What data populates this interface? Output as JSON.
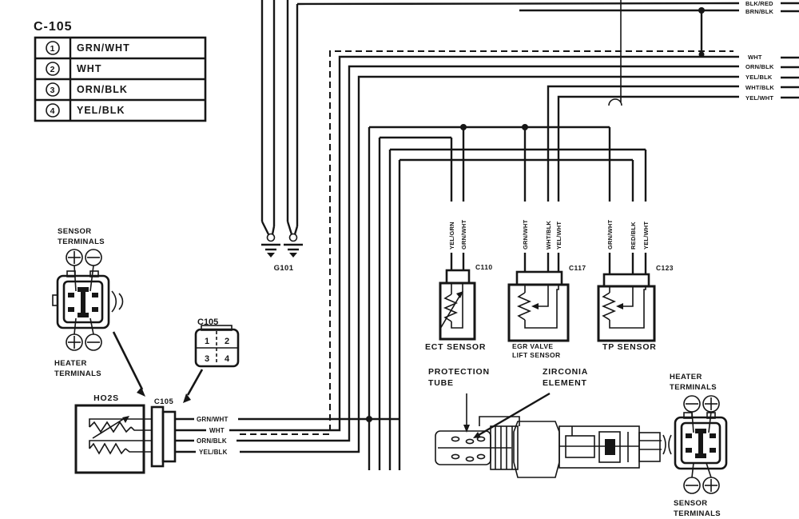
{
  "table": {
    "title": "C-105",
    "rows": [
      {
        "pin": "1",
        "color": "GRN/WHT"
      },
      {
        "pin": "2",
        "color": "WHT"
      },
      {
        "pin": "3",
        "color": "ORN/BLK"
      },
      {
        "pin": "4",
        "color": "YEL/BLK"
      }
    ]
  },
  "right_labels": {
    "l1": "BLK/RED",
    "l2": "BRN/BLK",
    "l3": "WHT",
    "l4": "ORN/BLK",
    "l5": "YEL/BLK",
    "l6": "WHT/BLK",
    "l7": "YEL/WHT"
  },
  "ground": {
    "label": "G101"
  },
  "left_connector": {
    "top_label_1": "SENSOR",
    "top_label_2": "TERMINALS",
    "bottom_label_1": "HEATER",
    "bottom_label_2": "TERMINALS"
  },
  "c105_face": {
    "label": "C105",
    "pins": [
      "1",
      "2",
      "3",
      "4"
    ]
  },
  "ho2s": {
    "label": "HO2S",
    "connector": "C105",
    "wire1": "GRN/WHT",
    "wire2": "WHT",
    "wire3": "ORN/BLK",
    "wire4": "YEL/BLK"
  },
  "ect": {
    "connector": "C110",
    "name": "ECT SENSOR",
    "wire1": "YEL/GRN",
    "wire2": "GRN/WHT"
  },
  "egr": {
    "connector": "C117",
    "name_1": "EGR VALVE",
    "name_2": "LIFT SENSOR",
    "wire1": "GRN/WHT",
    "wire2": "WHT/BLK",
    "wire3": "YEL/WHT"
  },
  "tp": {
    "connector": "C123",
    "name": "TP SENSOR",
    "wire1": "GRN/WHT",
    "wire2": "RED/BLK",
    "wire3": "YEL/WHT"
  },
  "cutaway": {
    "label1_1": "PROTECTION",
    "label1_2": "TUBE",
    "label2_1": "ZIRCONIA",
    "label2_2": "ELEMENT"
  },
  "right_connector": {
    "top_label_1": "HEATER",
    "top_label_2": "TERMINALS",
    "bottom_label_1": "SENSOR",
    "bottom_label_2": "TERMINALS"
  },
  "colors": {
    "ink": "#161616",
    "paper": "#ffffff"
  }
}
